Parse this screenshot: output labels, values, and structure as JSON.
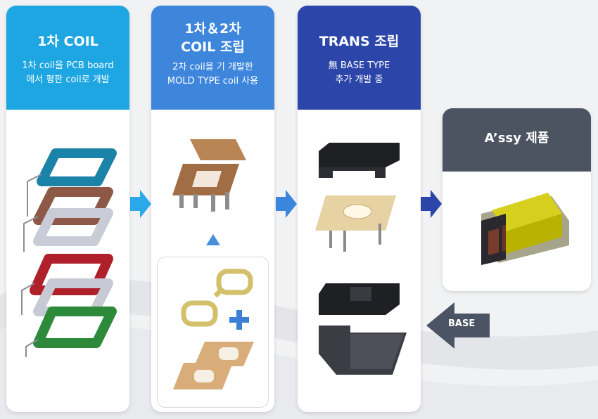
{
  "steps": [
    {
      "title": "1차 COIL",
      "desc_line1": "1차 coil을 PCB board",
      "desc_line2": "에서 평판 coil로 개발"
    },
    {
      "title_line1": "1차＆2차",
      "title_line2": "COIL 조립",
      "desc_line1": "2차 coil을  기 개발한",
      "desc_line2": "MOLD TYPE coil 사용"
    },
    {
      "title": "TRANS 조립",
      "desc_line1": "無 BASE TYPE",
      "desc_line2": "추가 개발 중"
    }
  ],
  "assembly": {
    "title": "A’ssy 제품"
  },
  "base_arrow": {
    "label": "BASE"
  },
  "colors": {
    "step1": "#1da6e2",
    "step2": "#3d86dc",
    "step3": "#2c45a8",
    "assembly": "#4c5361",
    "arrow1": "#2aa8e8",
    "arrow2": "#3a86dc",
    "arrow3": "#2c45a8",
    "base_arrow": "#4a5464"
  }
}
